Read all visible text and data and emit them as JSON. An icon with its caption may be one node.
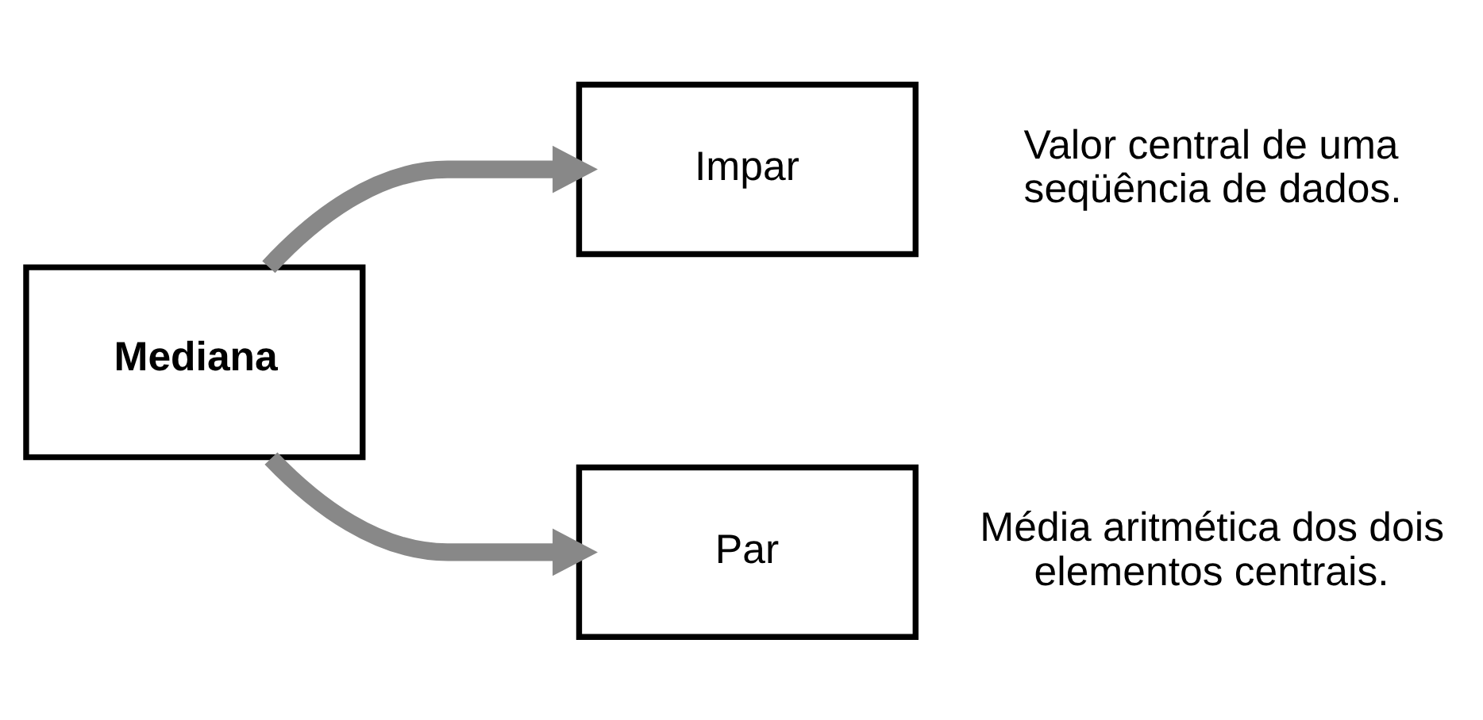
{
  "diagram": {
    "nodes": [
      {
        "text": [
          "Mediana"
        ]
      },
      {
        "text": [
          "Impar"
        ],
        "beside": [
          "Valor central de uma seqüência de dados."
        ]
      },
      {
        "text": [
          "Par"
        ],
        "beside": [
          "Média aritmética dos dois elementos centrais."
        ]
      }
    ],
    "edges": [
      {
        "from": 0,
        "to": 1,
        "arrow": "to"
      },
      {
        "from": 0,
        "to": 2,
        "arrow": "to"
      }
    ]
  }
}
